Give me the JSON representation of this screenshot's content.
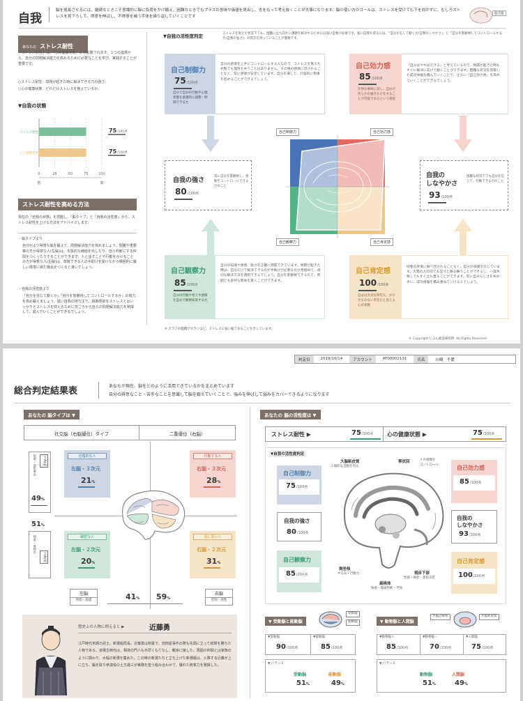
{
  "p1": {
    "title": "自我",
    "intro": "脳を成長させるには、継続なときこそ意識的に脳に負荷をかけ鍛え、困難なときでもプラスの意味や価値を見出し、志をもって考え抜くことが大事になります。脳の使い方のゴールは、ストレスを受けても下を向かずに、むしろストレスを見下ろして、得意を伸ばし、不得意を補う手体を繰り返していくことです",
    "badge": "脳活図",
    "stress_title_prefix": "あなたの",
    "stress_title": "ストレス耐性",
    "stress_desc": "「ストレス耐性」は、「心の健康状態」にも影響されます。２つの指標から、自分の問題解決能力を高めるために必要なことを学び、実践することが重要です。",
    "stress_points": [
      "○ストレス耐性：問題が起きた時に解決できる力の強さ。",
      "○心の健康状態：どれだけストレスを抱えているか。"
    ],
    "state_title": "▼自我の状態",
    "bars": [
      {
        "label": "ストレス耐性",
        "value": 75,
        "max": 100,
        "text": "75",
        "unit": "/100点",
        "color": "#7bbf9a"
      },
      {
        "label": "心の健康状態",
        "value": 75,
        "max": 100,
        "text": "75",
        "unit": "/100点",
        "color": "#efc78a"
      }
    ],
    "bar_ticks": [
      "0",
      "25",
      "50",
      "75",
      "100"
    ],
    "bar_ends": [
      "低",
      "高"
    ],
    "method_title": "ストレス耐性を高める方法",
    "method_intro": "現在の「自我の状態」を把握し、「脳タイプ」と「自我の活性度」から、ストレス耐性を上げる方法をアドバイスします。",
    "method_h1": "・脳タイプより",
    "method_p1": "自分がより得意な脳を鍛えて、問題解決能力を高めましょう。困難や重要等の方が得意な人(左脳)は、本質的な価値を出したり、自ら判断にする仲間をつくったりすることができます。人と話すことや行動をかけることの方が得意な人(右脳)は、尊敬できる人の手助けを受けながら積極的に厳しい環境に挑む機会をつくると良いでしょう。",
    "method_h2": "・自我の活性度より",
    "method_p2": "「自分を信じて動くか」「自分を客観視してコントロールするか」の視力を高め鍛えましょう。強い自我の持ち主で、挑戦意欲をストレスとはいっかりとストレスを抑えるために日ごろから自らの問題解決能力を発揮して、進んでいくことができるでしょう。",
    "judge_title": "▼自我の活性度判定",
    "judge_desc": "ストレスを抱えた状況下でも、困難に立ち向かい課題を解決するためには強い自我が必要です。強い自我を得るには、「自分を信じて動く力(自我のしやかさ)」と「自分を客観視してコントロールする力(自我の強さ)」の両方を持っていることが重要です。",
    "q1": {
      "label": "自己制御力",
      "score": "75",
      "unit": "/100点",
      "sub": "自分で自分の行動や心理状態を意識的に調整・制御できる力",
      "desc": "自分の感情を上手にコントロールする人なので、ストレスを抱えた状態でも理性を失うことはありません。その場の感情に流されることなく、常に感情が安定しています。自分を律して、計画的に物事を進めることができるでしょう。"
    },
    "q2": {
      "label": "自己効力感",
      "score": "85",
      "unit": "/100点",
      "sub": "外界の事柄に対し、自分が何らかの働きかけをすることが可能であるという感覚",
      "desc": "「自分はやればできる」と考えているので、問題が起きた時もすぐに解決に向けて動くことができます。困難な状況を克服した成功体験を積んでいくことで、さらに「自己効力感」を高めていくことができるでしょう。"
    },
    "q3": {
      "label": "自己観察力",
      "score": "85",
      "unit": "/100点",
      "sub": "自分の行動や考えや感情を自分で観察知覚する力",
      "desc": "自分の知識や感情、能力を正確に把握できています。問題が起きた時は、自分だけで解決できるのか手助けが必要なのか見極めて、適切な解決方法を選択できるでしょう。自分を客観視できるので、周囲とも良好な関係を築くことができます。"
    },
    "q4": {
      "label": "自己肯定感",
      "score": "100",
      "unit": "/100点",
      "sub": "自分は大切な存在だ、かけがえのない存在だと思える心の状態",
      "desc": "他者の評価に振り回されることなく、自分の価値を信じています。大勢の人の前でも堂々と振る舞うことができるし、一度失敗してもすぐ立ち直ることができます。常に自分らしさを失わずに、成功体験を積み重ねていける人でしょう。"
    },
    "mid_left": {
      "label": "自我の強さ",
      "score": "80",
      "unit": "/100点",
      "desc": "常に自分を客観視し、感動をコントロールできる力のこと"
    },
    "mid_right": {
      "label1": "自我の",
      "label2": "しなやかさ",
      "score": "93",
      "unit": "/100点",
      "desc": "困難な状況下でも自分を信じて、行動できる力のこと"
    },
    "quad_tags": [
      "自己制御力",
      "自己効力感",
      "自己観察力",
      "自己肯定感"
    ],
    "footnote": "※ グラフの面積が大きいほど、ストレスに強い脳であることを示しています。",
    "copyright": "© Copyright じぶん創造研究所. All Rights Reserved."
  },
  "p2": {
    "hdr": [
      {
        "k": "判定日",
        "v": "2019/10/14"
      },
      {
        "k": "アカウント",
        "v": "AT00002131"
      },
      {
        "k": "氏名",
        "v": "川崎　千愛"
      }
    ],
    "title": "総合判定結果表",
    "sub1": "あなたが現在、脳をどのように活用できているかをまとめています",
    "sub2": "自分の得意なこと・苦手なことを意識して脳を鍛えていくことで、強みを伸ばして弱みをカバーできるようになります",
    "type_title": "あなたの 脳タイプは ▼",
    "type_h1": "社交脳（右脳優位）タイプ",
    "type_h2": "二重優位（右脳）",
    "side_top": "３次元",
    "side_top_desc": "思考・高思考の",
    "side_bottom": "２次元",
    "side_bottom_desc": "現実・実務の",
    "pct_top": "49",
    "pct_bottom": "51",
    "pct_sym": "%",
    "cells": [
      {
        "tag": "合理的な人",
        "name": "左脳・３次元",
        "pct": "21"
      },
      {
        "tag": "行動する人",
        "name": "右脳・３次元",
        "pct": "28"
      },
      {
        "tag": "緻密な人",
        "name": "左脳・２次元",
        "pct": "20"
      },
      {
        "tag": "情に厚い人",
        "name": "右脳・２次元",
        "pct": "31"
      }
    ],
    "left_label": "左脳",
    "left_desc": "時間・論理",
    "left_pct": "41",
    "right_label": "右脳",
    "right_desc": "空間・感性",
    "right_pct": "59",
    "history_prefix": "歴史上の人物に例えると ▶",
    "history_name": "近藤勇",
    "history_text": "江戸時代末期の武士。新選組局長。近藤勇は剣豪で、池田屋事件の際も先頭に立って総隊を勝ちた人物である。道場主時代は、相済の門人も手厚くもてなし、親身に接した。周囲の仲間とは家族のように関わり、大幅の新選を集めた。この時の新選たちと立ち上げた新選組は、入隊する近藤が上に立ち、鍛を取り参謀役の土方歳三が実務を担う組み合わせで、優れた統率力を発揮した。",
    "act_title": "あなたの 脳の活性度は ▼",
    "stress_label": "ストレス耐性 ▶",
    "stress_score": "75",
    "unit": "/100点",
    "health_label": "心の健康状態 ▶",
    "health_score": "75",
    "judge_title": "▼自我の活性度判定",
    "s_ctrl": {
      "label": "自己制御力",
      "score": "75"
    },
    "s_eff": {
      "label": "自己効力感",
      "score": "85"
    },
    "s_obs": {
      "label": "自己観察力",
      "score": "85"
    },
    "s_aff": {
      "label": "自己肯定感",
      "score": "100"
    },
    "s_str": {
      "label": "自我の強さ",
      "score": "80"
    },
    "s_flex": {
      "label1": "自我の",
      "label2": "しなやかさ",
      "score": "93"
    },
    "brain_labels": [
      {
        "t": "大脳新皮質",
        "d": "人間的な活動を司る"
      },
      {
        "t": "帯状回",
        "d": ""
      },
      {
        "t": "",
        "d": "人の感情を\nコントロール"
      },
      {
        "t": "側坐核",
        "d": "やる気・行動力"
      },
      {
        "t": "扁桃体",
        "d": "快楽・価値判断・不快"
      },
      {
        "t": "視床下部",
        "d": "性欲・食欲・意思決定"
      }
    ],
    "pa_title": "▼ 受動脳と能動脳",
    "pa_tags": [
      "受動脳",
      "能動脳"
    ],
    "pa_scores": [
      {
        "l": "▼受動脳",
        "s": "90"
      },
      {
        "l": "▼能動脳",
        "s": "85"
      }
    ],
    "pa_balance": "▼ バランス",
    "pa_bal": [
      {
        "l": "受動脳",
        "p": "51"
      },
      {
        "l": "能動脳",
        "p": "49"
      }
    ],
    "hu_title": "▼ 動物脳と人間脳",
    "hu_tags": [
      "大脳辺縁系",
      "大脳新皮質"
    ],
    "hu_scores": [
      {
        "l": "▼動物脳＋",
        "s": "85"
      },
      {
        "l": "▼動物脳－",
        "s": "70"
      },
      {
        "l": "▼人間脳",
        "s": "75"
      }
    ],
    "hu_balance": "▼ バランス",
    "hu_bal": [
      {
        "l": "動物脳",
        "p": "51"
      },
      {
        "l": "人間脳",
        "p": "49"
      }
    ]
  },
  "colors": {
    "blue": "#cdd6e2",
    "red": "#f6d5d0",
    "green": "#cfe6db",
    "yellow": "#f7e4c4",
    "brown": "#7b6f68"
  }
}
